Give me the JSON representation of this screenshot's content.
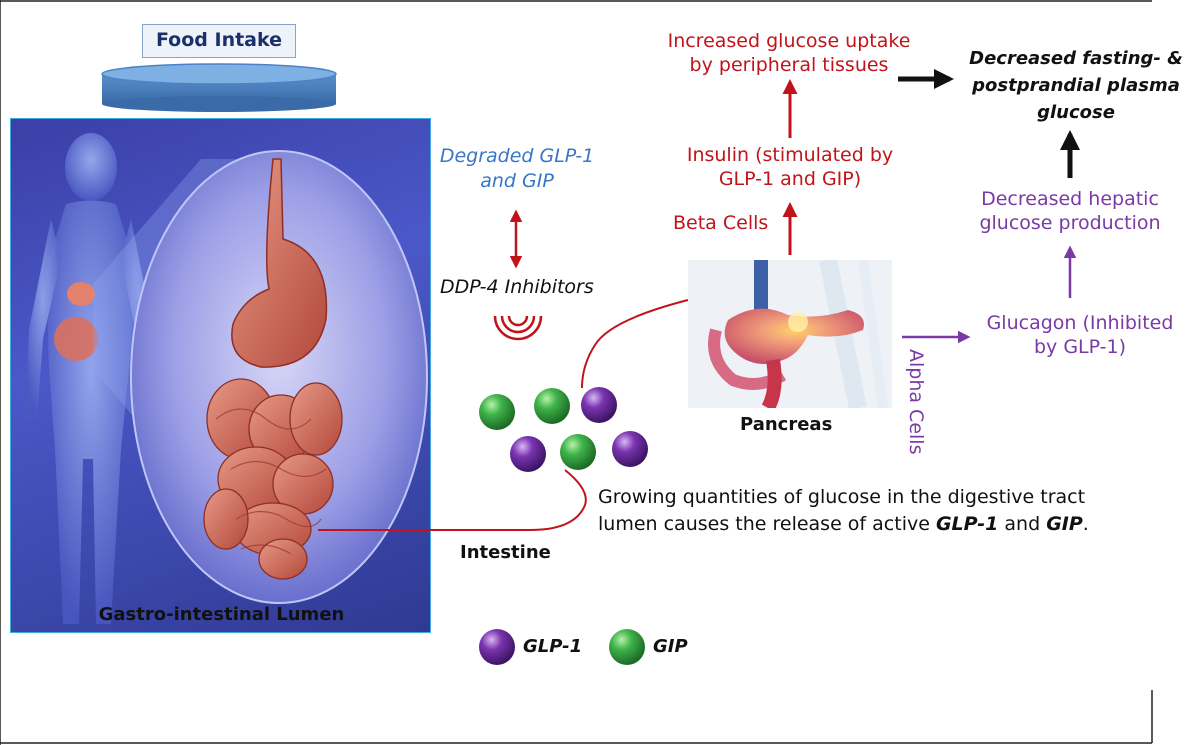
{
  "food_intake": {
    "label": "Food Intake",
    "plate_color": "#4a82c4"
  },
  "gi_panel": {
    "caption": "Gastro-intestinal Lumen",
    "border_color": "#41a8e2"
  },
  "degraded": {
    "line1": "Degraded GLP-1",
    "line2": "and GIP"
  },
  "ddp4": {
    "label": "DDP-4 Inhibitors"
  },
  "top_red": {
    "line1": "Increased glucose uptake",
    "line2": "by peripheral tissues"
  },
  "outcome": {
    "line1": "Decreased fasting- &",
    "line2": "postprandial plasma",
    "line3": "glucose"
  },
  "insulin": {
    "line1": "Insulin (stimulated by",
    "line2": "GLP-1 and GIP)"
  },
  "beta": {
    "label": "Beta Cells"
  },
  "hepatic": {
    "line1": "Decreased hepatic",
    "line2": "glucose production"
  },
  "glucagon": {
    "line1": "Glucagon (Inhibited",
    "line2": "by GLP-1)"
  },
  "alpha": {
    "label": "Alpha Cells"
  },
  "pancreas": {
    "label": "Pancreas"
  },
  "intestine": {
    "label": "Intestine"
  },
  "release": {
    "line1": "Growing quantities of glucose in the digestive tract",
    "line2_prefix": "lumen causes the release of active ",
    "glp": "GLP-1",
    "and": " and ",
    "gip": "GIP",
    "end": "."
  },
  "legend": {
    "glp1": "GLP-1",
    "gip": "GIP"
  },
  "colors": {
    "red": "#c0141a",
    "blue": "#3a76c8",
    "purple": "#7a3aa6",
    "glp1_ball": "#6a2b9e",
    "gip_ball": "#2e9a3a",
    "black": "#111111"
  }
}
